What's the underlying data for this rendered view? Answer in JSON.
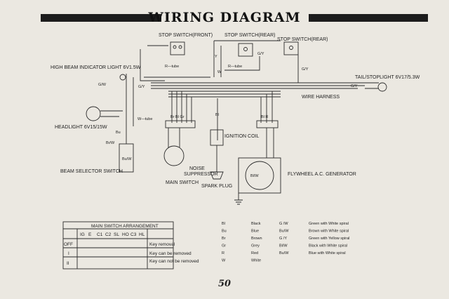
{
  "title": "WIRING DIAGRAM",
  "page_number": "50",
  "components": {
    "stop_switch_front": "STOP SWITCH(FRONT)",
    "stop_switch_rear_1": "STOP SWITCH(REAR)",
    "stop_switch_rear_2": "STOP SWITCH(REAR)",
    "high_beam_light": "HIGH BEAM INDICATOR LIGHT 6V1.5W",
    "tail_stoplight": "TAIL/STOPLIGHT 6V17/5.3W",
    "wire_harness": "WIRE HARNESS",
    "headlight": "HEADLIGHT 6V15/15W",
    "ignition_coil": "IGNITION COIL",
    "flywheel_generator": "FLYWHEEL A.C. GENERATOR",
    "beam_selector_switch": "BEAM SELECTOR SWITCH",
    "noise_suppressor_1": "NOISE",
    "noise_suppressor_2": "SUPPRESSOR",
    "main_switch": "MAIN SWITCH",
    "spark_plug": "SPARK PLUG",
    "r_tube_1": "R—tube",
    "r_tube_2": "R—tube",
    "w_tube": "W—tube"
  },
  "wire_labels": {
    "gw": "G/W",
    "gy": "G/Y",
    "y": "Y",
    "w": "W",
    "r": "R",
    "bl": "Bl",
    "bu": "Bu",
    "br": "Br",
    "brw": "Br/W",
    "buw": "Bu/W",
    "blw": "Bl/W",
    "brbl": "Br Bl Gr",
    "blr": "Bl R"
  },
  "switch_table": {
    "title": "MAIN SWITCH ARRANGEMENT",
    "headers": [
      "IG",
      "E",
      "C1",
      "C2",
      "SL",
      "HO",
      "C3",
      "HL"
    ],
    "rows": [
      {
        "pos": "OFF",
        "desc": "Key removal"
      },
      {
        "pos": "I",
        "desc": "Key can be removed"
      },
      {
        "pos": "II",
        "desc": "Key can not be removed"
      }
    ]
  },
  "legend_left": [
    {
      "code": "Bl",
      "name": "Black"
    },
    {
      "code": "Bu",
      "name": "Blue"
    },
    {
      "code": "Br",
      "name": "Brown"
    },
    {
      "code": "Gr",
      "name": "Grey"
    },
    {
      "code": "R",
      "name": "Red"
    },
    {
      "code": "W",
      "name": "White"
    }
  ],
  "legend_right": [
    {
      "code": "G /W",
      "name": "Green with White spiral"
    },
    {
      "code": "Bu/W",
      "name": "Brown with White spiral"
    },
    {
      "code": "G /Y",
      "name": "Green with Yellow spiral"
    },
    {
      "code": "Bl/W",
      "name": "Black with White spiral"
    },
    {
      "code": "Bu/W",
      "name": "Blue with White spiral"
    }
  ]
}
